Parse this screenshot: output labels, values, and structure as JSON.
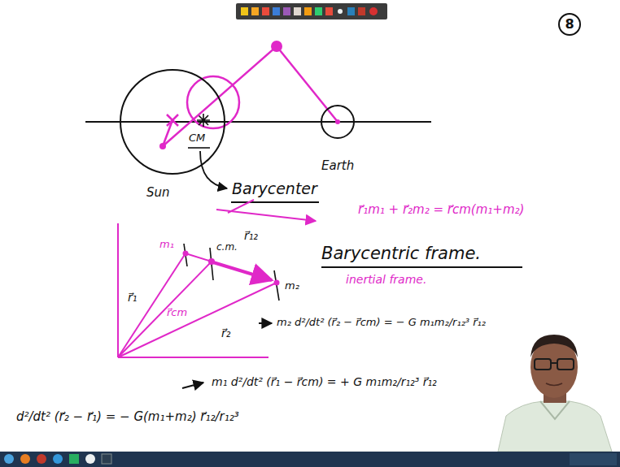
{
  "diagram": {
    "nodes": [
      {
        "text": [
          "8"
        ]
      },
      {
        "text": [
          "Sun"
        ]
      },
      {
        "text": [
          "Earth"
        ]
      }
    ],
    "labels": [
      "CM",
      "Barycenter",
      "m₁",
      "c.m.",
      "r⃗₁₂",
      "r⃗₁",
      "r⃗cm",
      "r⃗₂",
      "m₂",
      "r⃗₁m₁ + r⃗₂m₂ = r⃗cm(m₁+m₂)",
      "Barycentric frame.",
      "inertial frame.",
      "m₂ d²/dt² (r⃗₂ − r⃗cm) = − G m₁m₂/r₁₂³ r⃗₁₂",
      "m₁ d²/dt² (r⃗₁ − r⃗cm) = + G m₁m₂/r₁₂³ r⃗₁₂",
      "d²/dt² (r⃗₂ − r⃗₁) = − G(m₁+m₂) r⃗₁₂/r₁₂³"
    ]
  }
}
